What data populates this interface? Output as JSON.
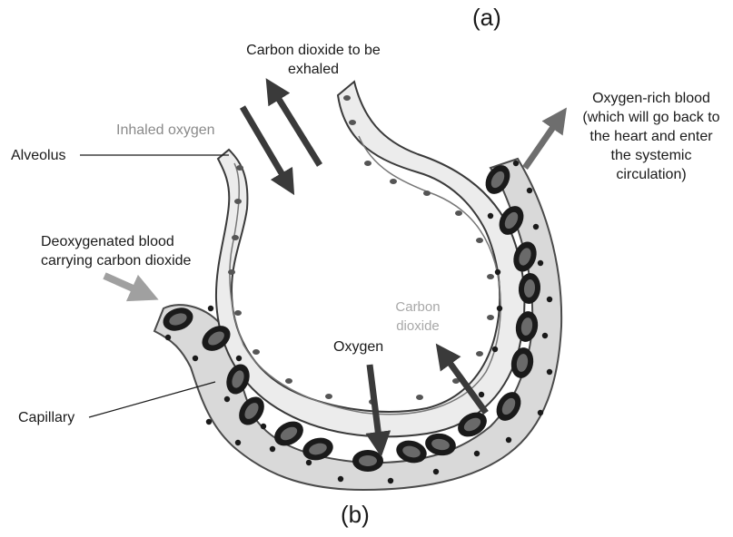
{
  "panel_labels": {
    "top": "(a)",
    "bottom": "(b)"
  },
  "labels": {
    "co2_exhaled": "Carbon dioxide to be exhaled",
    "inhaled_oxygen": "Inhaled oxygen",
    "alveolus": "Alveolus",
    "deoxygenated": "Deoxygenated blood carrying carbon dioxide",
    "capillary": "Capillary",
    "oxygen_rich": "Oxygen-rich blood (which will go back to the heart and enter the systemic circulation)",
    "carbon_dioxide": "Carbon dioxide",
    "oxygen": "Oxygen"
  },
  "colors": {
    "arrow_dark": "#3a3a3a",
    "arrow_mid": "#6e6e6e",
    "arrow_light": "#9a9a9a",
    "cell_fill": "#dcdcdc",
    "rbc_outer": "#1a1a1a",
    "rbc_inner": "#6a6a6a",
    "label_grey": "#8a8a8a",
    "label_lightgrey": "#a8a8a8"
  }
}
